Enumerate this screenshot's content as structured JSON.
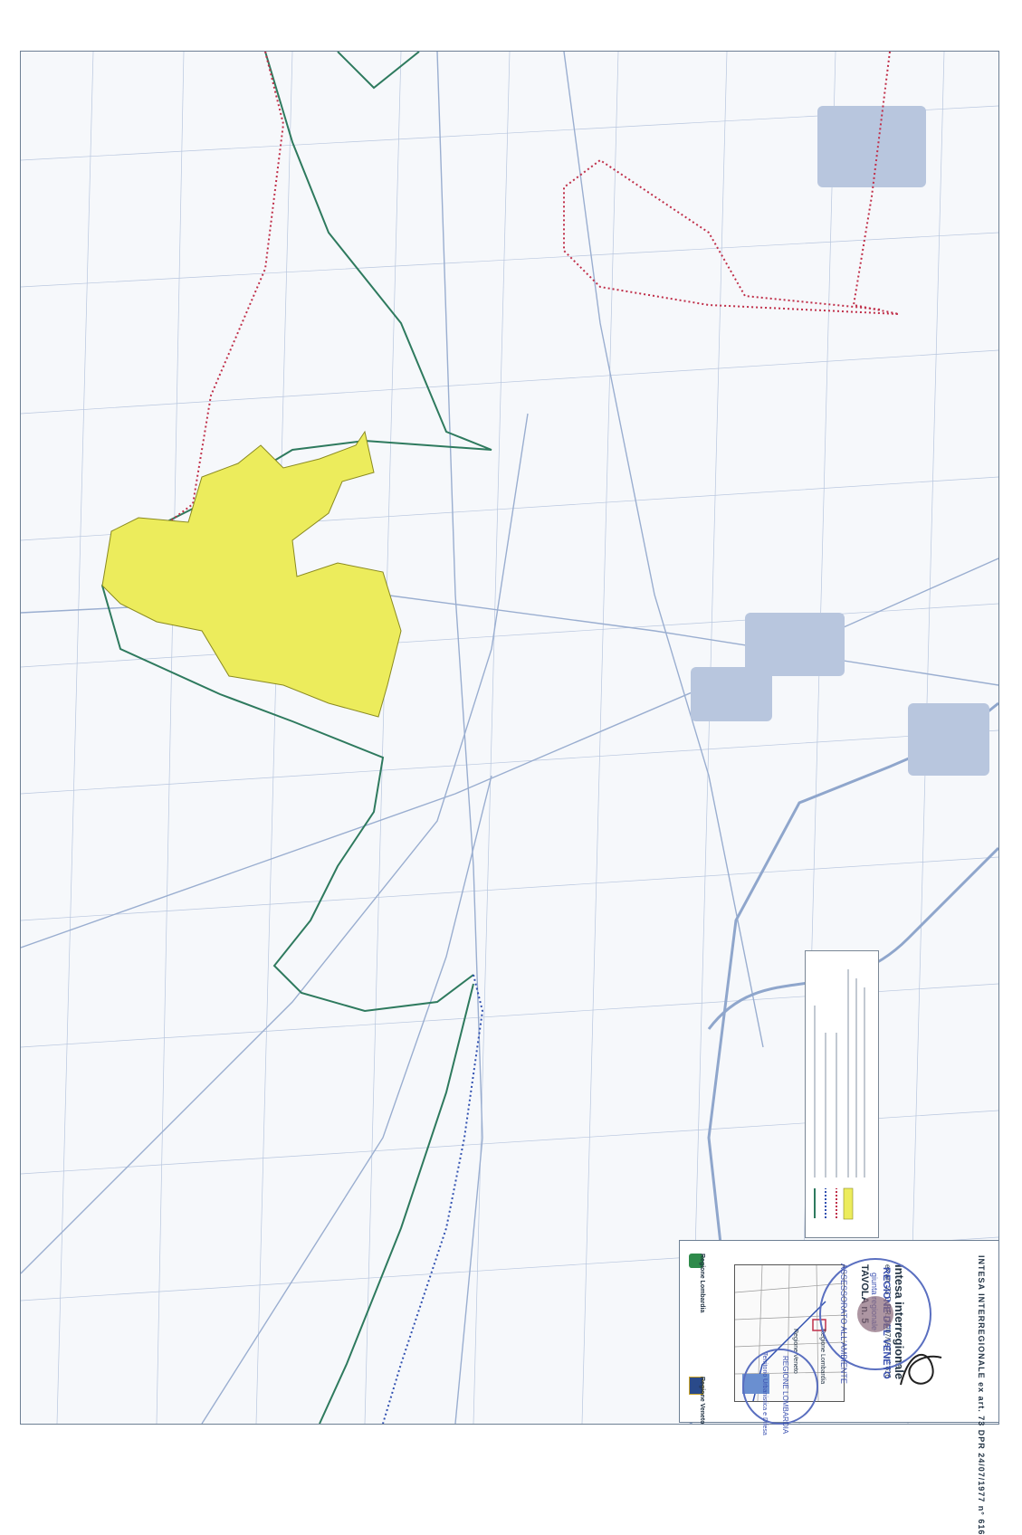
{
  "header_strip": "INTESA INTERREGIONALE ex art. 73 DPR 24/07/1977 n° 616",
  "title_block": {
    "lines": [
      "Intesa interregionale",
      "ex art. 73 D.P.R. 24/07/1977 n° 616",
      "TAVOLA n. 5"
    ],
    "region_left": "Regione Veneto",
    "region_right": "Regione Lombardia",
    "inset_labels": [
      "Regione Veneto",
      "Regione Lombardia"
    ]
  },
  "stamps": {
    "main_text": "REGIONE DEL VENETO",
    "main_sub": "giunta regionale",
    "main_arc": "ASSESSORATO ALL'AMBIENTE",
    "secondary_text": "REGIONE LOMBARDIA",
    "secondary_arc": "Territorio Urbanistica e Difesa"
  },
  "legend_note": "yellow area",
  "colors": {
    "green_border": "#2e7a5e",
    "red_dots": "#c0304a",
    "blue_dots": "#3050b0",
    "yellow_area": "#ecec5c",
    "map_lines": "#9aaed0",
    "river": "#8fa6cc"
  }
}
